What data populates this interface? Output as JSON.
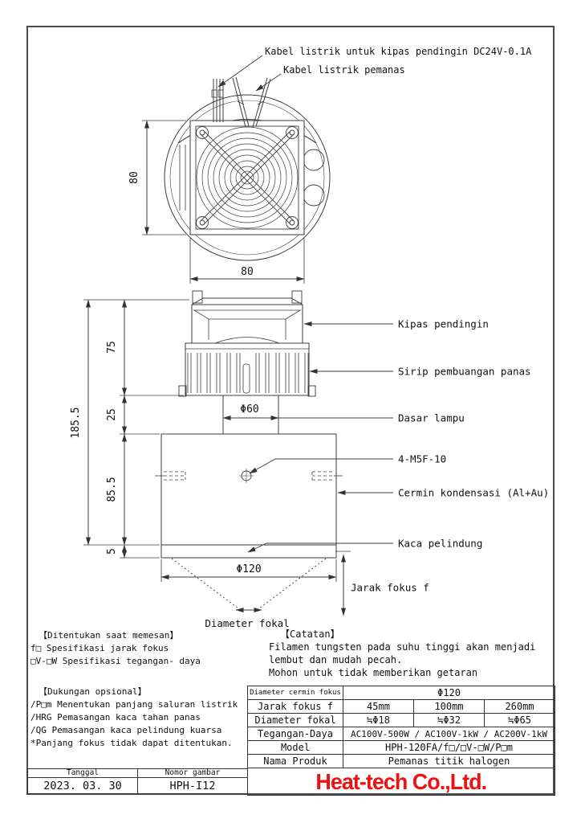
{
  "drawing": {
    "top_labels": {
      "cable_fan": "Kabel listrik untuk kipas pendingin DC24V-0.1A",
      "cable_heater": "Kabel listrik pemanas"
    },
    "part_labels": {
      "fan": "Kipas pendingin",
      "heatsink": "Sirip pembuangan panas",
      "lamp_base": "Dasar lampu",
      "screw_spec": "4-M5F-10",
      "mirror": "Cermin kondensasi (Al+Au)",
      "glass": "Kaca pelindung",
      "focal_distance": "Jarak fokus f",
      "focal_diameter": "Diameter fokal"
    },
    "dims": {
      "top_w": "80",
      "top_h": "80",
      "h_fan": "75",
      "h_neck": "25",
      "h_total": "185.5",
      "h_body": "85.5",
      "h_glass": "5",
      "d_neck": "Φ60",
      "d_body": "Φ120"
    }
  },
  "order_notes": {
    "title": "【Ditentukan saat memesan】",
    "line1": "f□ Spesifikasi jarak fokus",
    "line2": "□V-□W Spesifikasi tegangan- daya"
  },
  "optional_notes": {
    "title": "【Dukungan opsional】",
    "line1": "/P□m Menentukan panjang saluran listrik",
    "line2": "/HRG Pemasangan kaca tahan panas",
    "line3": "/QG Pemasangan kaca pelindung kuarsa",
    "line4": "*Panjang fokus tidak dapat ditentukan."
  },
  "catatan": {
    "title": "【Catatan】",
    "line1": "Filamen tungsten pada suhu tinggi akan menjadi",
    "line2": "lembut dan mudah pecah.",
    "line3": "Mohon untuk tidak memberikan getaran"
  },
  "spec_table": {
    "rows": [
      {
        "label": "Diameter cermin fokus",
        "value": "Φ120"
      },
      {
        "label": "Jarak fokus f",
        "v1": "45mm",
        "v2": "100mm",
        "v3": "260mm"
      },
      {
        "label": "Diameter fokal",
        "v1": "≒Φ18",
        "v2": "≒Φ32",
        "v3": "≒Φ65"
      },
      {
        "label": "Tegangan-Daya",
        "value": "AC100V-500W / AC100V-1kW / AC200V-1kW"
      },
      {
        "label": "Model",
        "value": "HPH-120FA/f□/□V-□W/P□m"
      },
      {
        "label": "Nama Produk",
        "value": "Pemanas titik halogen"
      }
    ]
  },
  "title_block": {
    "date_label": "Tanggal",
    "date_value": "2023. 03. 30",
    "number_label": "Nomor gambar",
    "number_value": "HPH-I12"
  },
  "logo": {
    "text": "Heat-tech Co.,Ltd.",
    "color": "#ee1111"
  }
}
